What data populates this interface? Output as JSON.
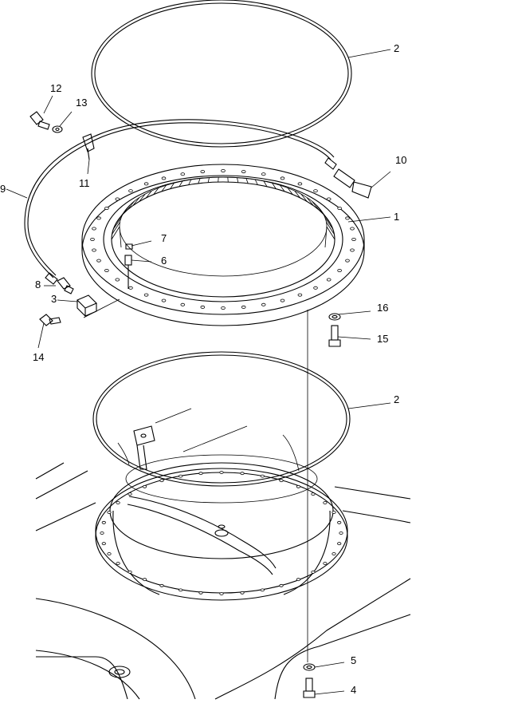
{
  "callouts": [
    {
      "id": "l1",
      "text": "1"
    },
    {
      "id": "l2a",
      "text": "2"
    },
    {
      "id": "l2b",
      "text": "2"
    },
    {
      "id": "l3",
      "text": "3"
    },
    {
      "id": "l4",
      "text": "4"
    },
    {
      "id": "l5",
      "text": "5"
    },
    {
      "id": "l6",
      "text": "6"
    },
    {
      "id": "l7",
      "text": "7"
    },
    {
      "id": "l8",
      "text": "8"
    },
    {
      "id": "l9",
      "text": "9"
    },
    {
      "id": "l10",
      "text": "10"
    },
    {
      "id": "l11",
      "text": "11"
    },
    {
      "id": "l12",
      "text": "12"
    },
    {
      "id": "l13",
      "text": "13"
    },
    {
      "id": "l14",
      "text": "14"
    },
    {
      "id": "l15",
      "text": "15"
    },
    {
      "id": "l16",
      "text": "16"
    }
  ]
}
